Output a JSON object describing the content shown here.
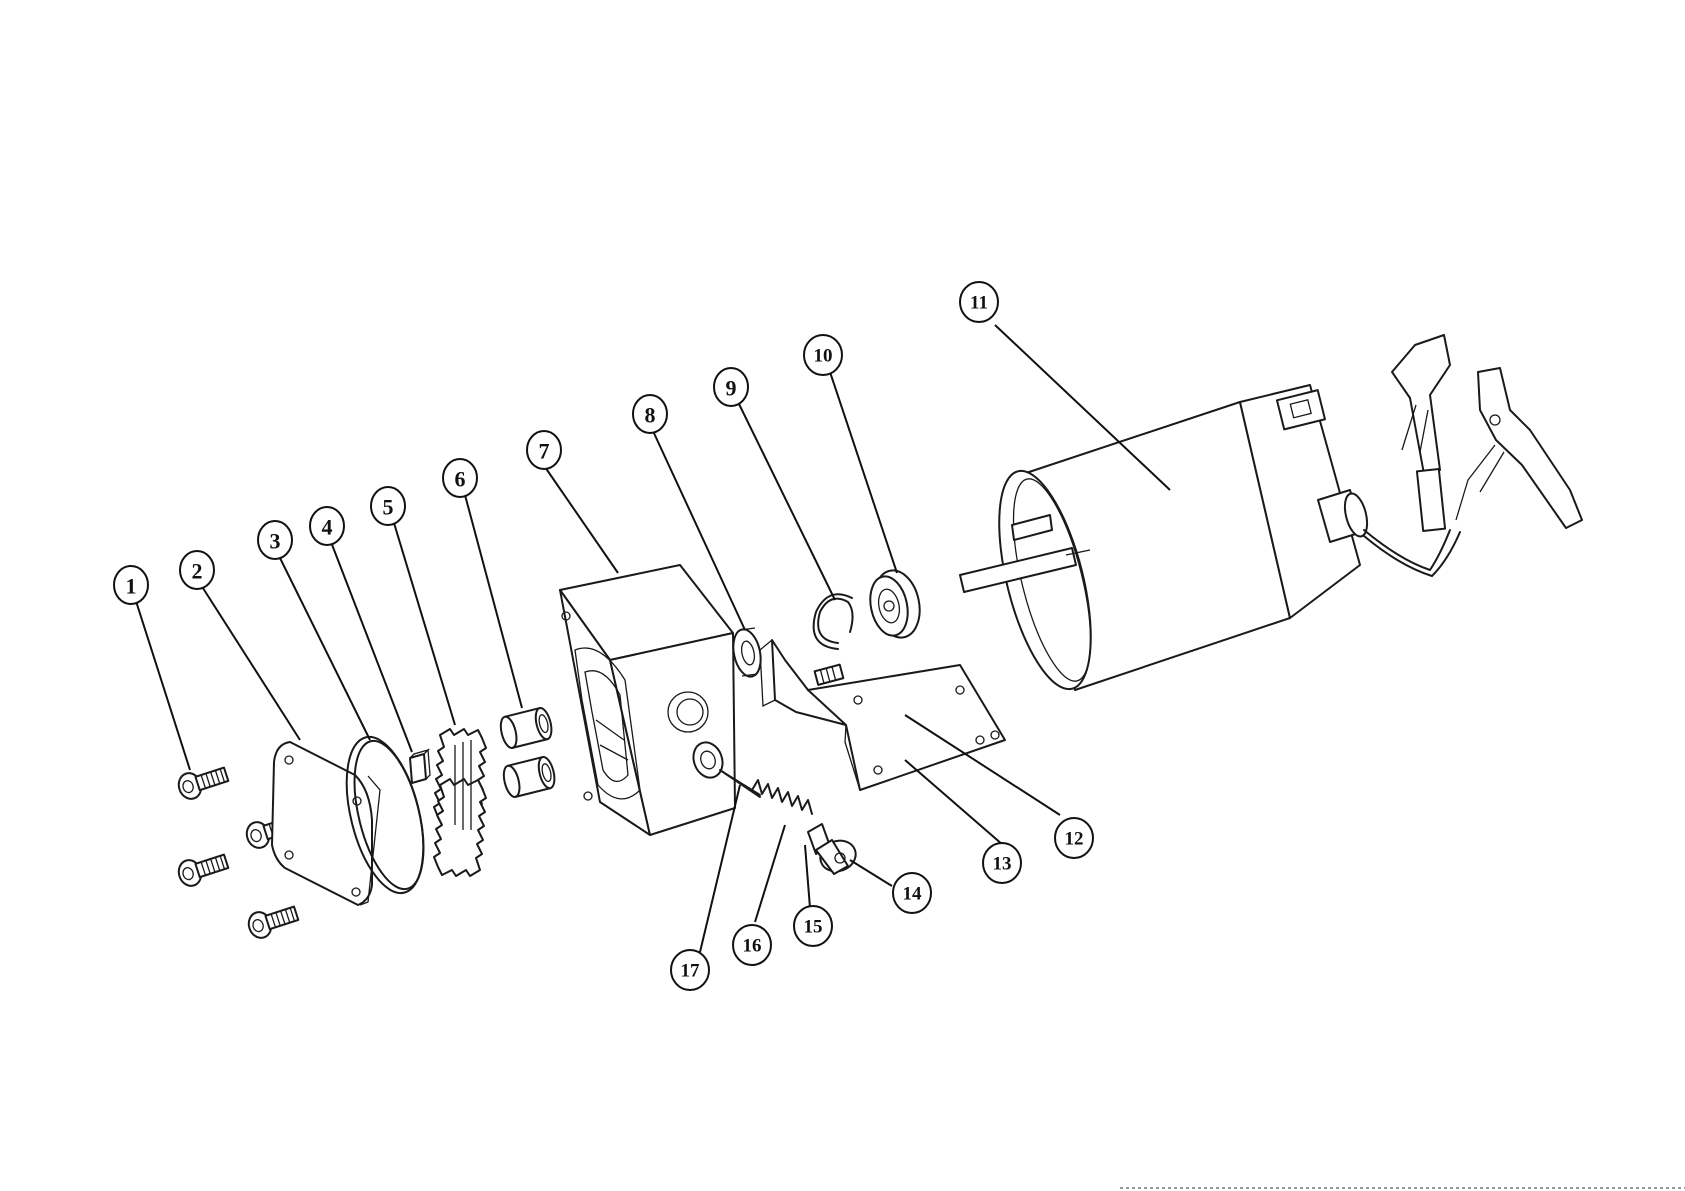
{
  "callouts": [
    {
      "label": "1"
    },
    {
      "label": "2"
    },
    {
      "label": "3"
    },
    {
      "label": "4"
    },
    {
      "label": "5"
    },
    {
      "label": "6"
    },
    {
      "label": "7"
    },
    {
      "label": "8"
    },
    {
      "label": "9"
    },
    {
      "label": "10"
    },
    {
      "label": "11"
    },
    {
      "label": "12"
    },
    {
      "label": "13"
    },
    {
      "label": "14"
    },
    {
      "label": "15"
    },
    {
      "label": "16"
    },
    {
      "label": "17"
    }
  ],
  "colors": {
    "line": "#1a1a1a",
    "background": "#ffffff"
  }
}
